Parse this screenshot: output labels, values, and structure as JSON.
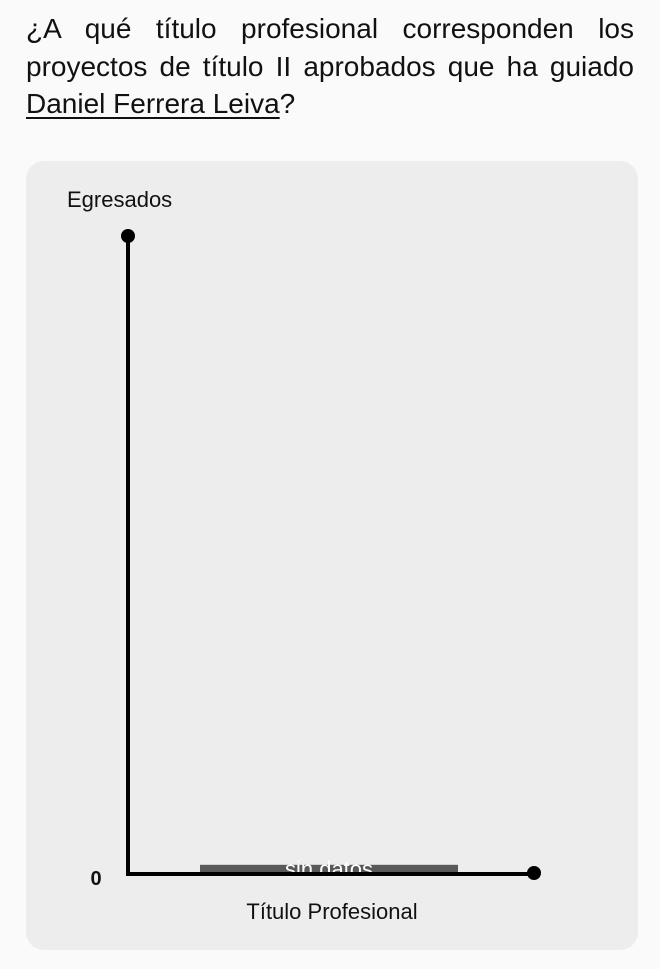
{
  "question": {
    "prefix": "¿A qué título profesional corresponden los proyectos de título II aprobados que ha guiado ",
    "person": "Daniel Ferrera Leiva",
    "suffix": "?"
  },
  "colors": {
    "bar": "#595959",
    "axis": "#000000",
    "card": "#ededed"
  },
  "chart_data": {
    "type": "bar",
    "ylabel": "Egresados",
    "xlabel": "Título Profesional",
    "y_ticks": [
      "0"
    ],
    "categories": [
      "sin datos"
    ],
    "values": [
      1
    ],
    "ylim": [
      0,
      10
    ],
    "grid": false,
    "legend": "none"
  }
}
